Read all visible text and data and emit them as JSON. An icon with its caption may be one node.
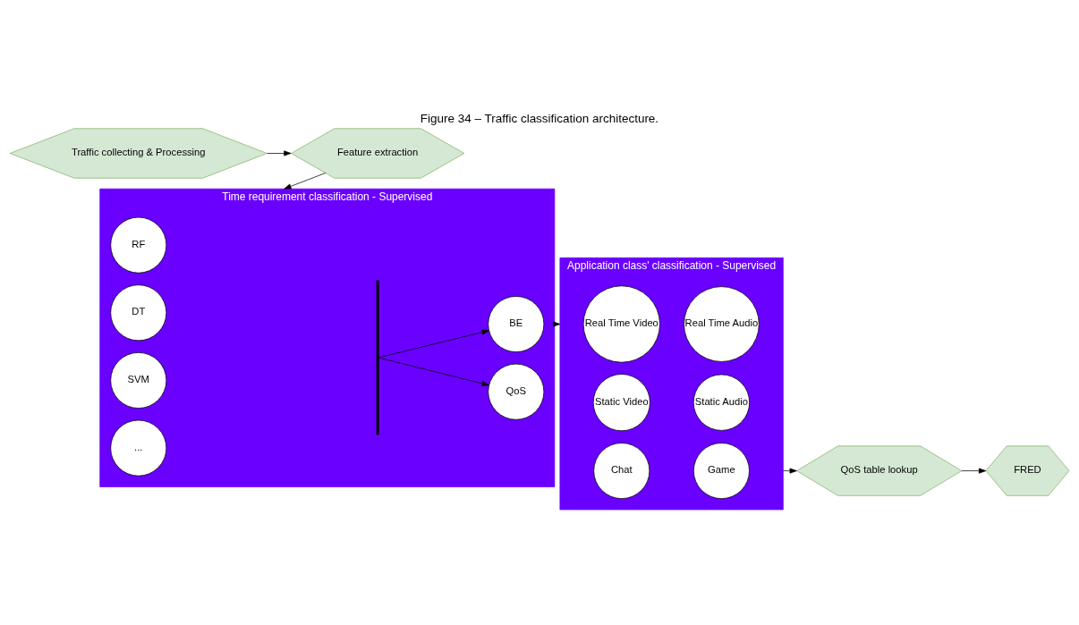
{
  "diagram": {
    "title": "Figure 34 – Traffic classification architecture.",
    "nodes": [
      {
        "text": [
          "Traffic collecting & Processing"
        ]
      },
      {
        "text": [
          "Feature extraction"
        ]
      },
      {
        "text": [
          "Time requirement classification - Supervised"
        ]
      },
      {
        "text": [
          "RF"
        ],
        "in": 2
      },
      {
        "text": [
          "DT"
        ],
        "in": 2
      },
      {
        "text": [
          "SVM"
        ],
        "in": 2
      },
      {
        "text": [
          "..."
        ],
        "in": 2
      },
      {
        "text": [],
        "shape": "bar",
        "in": 2
      },
      {
        "text": [
          "QoS"
        ],
        "in": 2
      },
      {
        "text": [
          "BE"
        ],
        "in": 2
      },
      {
        "text": [
          "Application class' classification - Supervised"
        ]
      },
      {
        "text": [
          "Real Time Video"
        ],
        "in": 10
      },
      {
        "text": [
          "Real Time Audio"
        ],
        "in": 10
      },
      {
        "text": [
          "Static Video"
        ],
        "in": 10
      },
      {
        "text": [
          "Static Audio"
        ],
        "in": 10
      },
      {
        "text": [
          "Chat"
        ],
        "in": 10
      },
      {
        "text": [
          "Game"
        ],
        "in": 10
      },
      {
        "text": [
          "QoS table lookup"
        ]
      },
      {
        "text": [
          "FRED"
        ]
      }
    ],
    "edges": [
      {
        "from": 0,
        "to": 1,
        "arrow": "to"
      },
      {
        "from": 1,
        "to": 2,
        "arrow": "to"
      },
      {
        "from": 7,
        "to": 8,
        "arrow": "to"
      },
      {
        "from": 7,
        "to": 9,
        "arrow": "to"
      },
      {
        "from": 2,
        "to": 10,
        "arrow": "to"
      },
      {
        "from": 10,
        "to": 17,
        "arrow": "to"
      },
      {
        "from": 17,
        "to": 18,
        "arrow": "to"
      }
    ]
  }
}
